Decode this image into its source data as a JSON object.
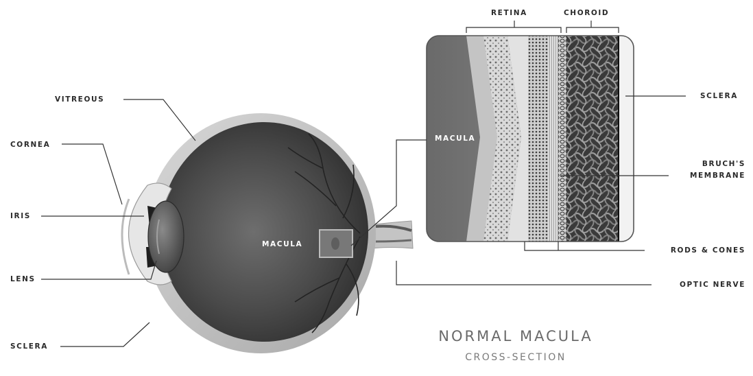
{
  "title": "NORMAL MACULA",
  "subtitle": "CROSS-SECTION",
  "labels": {
    "vitreous": "VITREOUS",
    "cornea": "CORNEA",
    "iris": "IRIS",
    "lens": "LENS",
    "sclera_left": "SCLERA",
    "macula_eye": "MACULA",
    "macula_section": "MACULA",
    "retina": "RETINA",
    "choroid": "CHOROID",
    "sclera_right": "SCLERA",
    "bruchs_line1": "BRUCH'S",
    "bruchs_line2": "MEMBRANE",
    "rods_cones": "RODS & CONES",
    "optic_nerve": "OPTIC NERVE"
  }
}
